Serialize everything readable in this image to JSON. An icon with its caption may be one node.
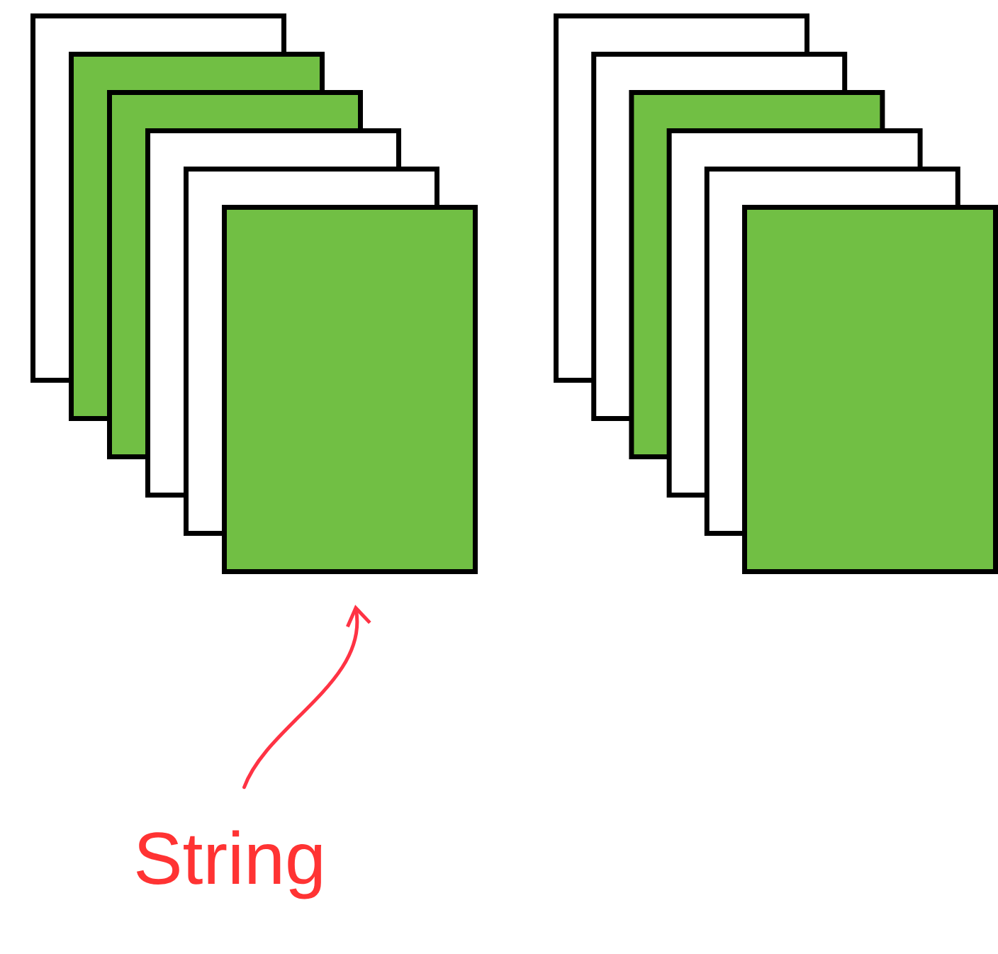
{
  "diagram": {
    "nodes": [
      {
        "text": [],
        "shape": "box"
      },
      {
        "text": [],
        "shape": "box"
      },
      {
        "text": [],
        "shape": "box"
      },
      {
        "text": [],
        "shape": "box"
      },
      {
        "text": [],
        "shape": "box"
      },
      {
        "text": [],
        "shape": "box"
      },
      {
        "text": [],
        "shape": "box"
      },
      {
        "text": [],
        "shape": "box"
      },
      {
        "text": [],
        "shape": "box"
      },
      {
        "text": [],
        "shape": "box"
      },
      {
        "text": [],
        "shape": "box"
      },
      {
        "text": [],
        "shape": "box"
      },
      {
        "text": [
          "String"
        ]
      }
    ],
    "edges": [
      {
        "from": 12,
        "to": 5,
        "arrow": "to",
        "color": "#ff3344"
      }
    ]
  }
}
